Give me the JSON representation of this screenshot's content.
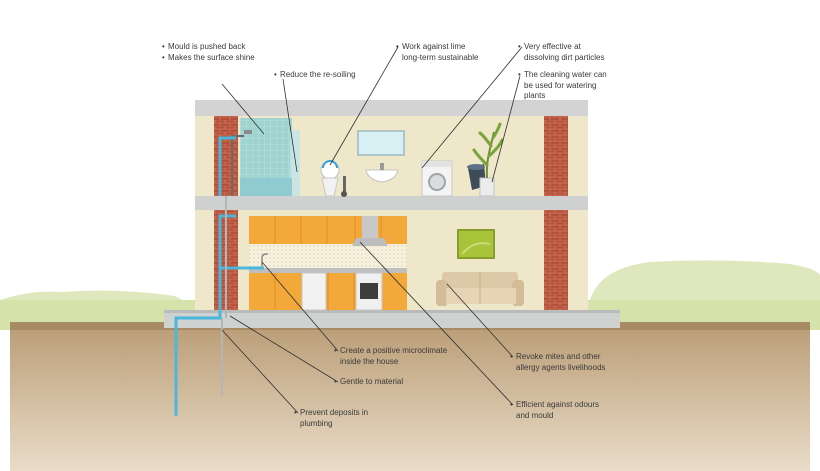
{
  "annotations": {
    "mould": {
      "line1": "Mould is pushed back",
      "line2": "Makes the surface shine"
    },
    "resoiling": {
      "line1": "Reduce the re-soiling"
    },
    "lime": {
      "line1": "Work against lime",
      "line2": "long-term sustainable"
    },
    "dirt": {
      "line1": "Very effective at",
      "line2": "dissolving dirt particles"
    },
    "plants": {
      "line1": "The cleaning water can",
      "line2": "be used for watering",
      "line3": "plants"
    },
    "microclimate": {
      "line1": "Create a positive microclimate",
      "line2": "inside the house"
    },
    "gentle": {
      "line1": "Gentle to material"
    },
    "deposits": {
      "line1": "Prevent deposits in",
      "line2": "plumbing"
    },
    "mites": {
      "line1": "Revoke mites and other",
      "line2": "allergy agents livelihoods"
    },
    "odours": {
      "line1": "Efficient against odours",
      "line2": "and mould"
    }
  },
  "colors": {
    "ground": "#b79a73",
    "grass": "#d9e3b0",
    "wall": "#eee7c9",
    "slab": "#c6c8c8",
    "brick": "#b5513a",
    "cabinet": "#f2a93a",
    "water_pipe": "#49b8dc"
  }
}
